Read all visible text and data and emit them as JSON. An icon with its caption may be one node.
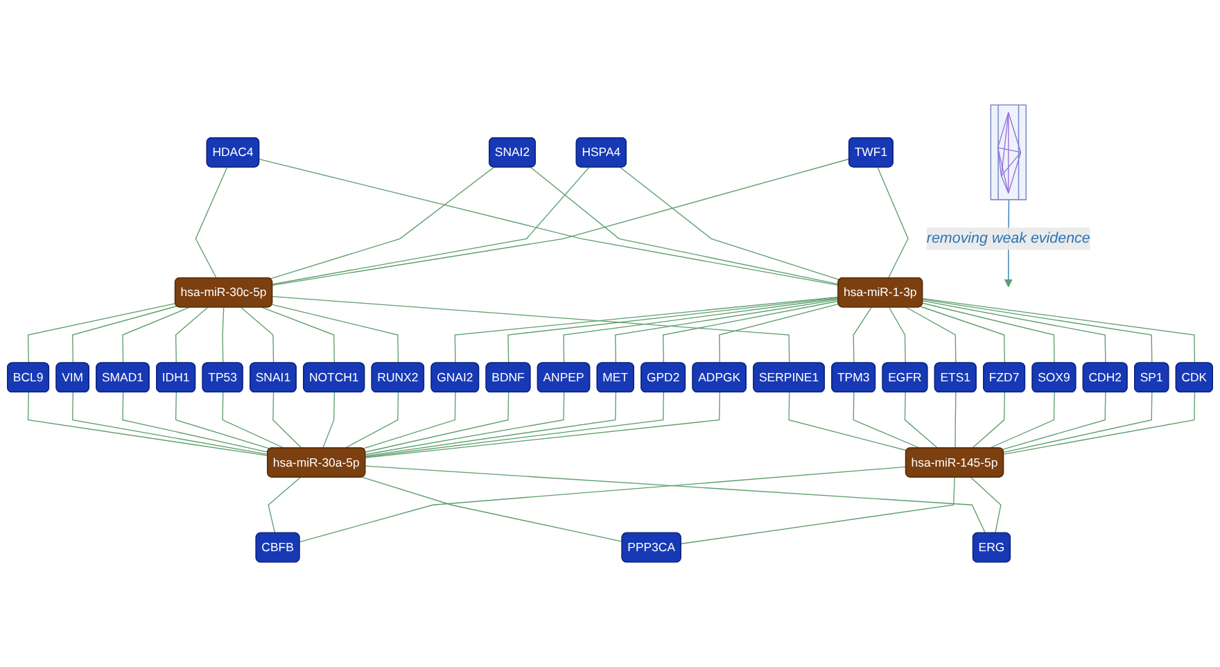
{
  "diagram": {
    "nodes": [
      {
        "text": [],
        "shape": "picture"
      },
      {
        "text": [
          "hsa-miR-30c-5p"
        ]
      },
      {
        "text": [
          "hsa-miR-1-3p"
        ]
      },
      {
        "text": [
          "HDAC4"
        ]
      },
      {
        "text": [
          "SNAI2"
        ]
      },
      {
        "text": [
          "HSPA4"
        ]
      },
      {
        "text": [
          "TWF1"
        ]
      },
      {
        "text": [
          "SERPINE1"
        ]
      },
      {
        "text": [
          "BCL9"
        ]
      },
      {
        "text": [
          "VIM"
        ]
      },
      {
        "text": [
          "SMAD1"
        ]
      },
      {
        "text": [
          "IDH1"
        ]
      },
      {
        "text": [
          "TP53"
        ]
      },
      {
        "text": [
          "SNAI1"
        ]
      },
      {
        "text": [
          "NOTCH1"
        ]
      },
      {
        "text": [
          "RUNX2"
        ]
      },
      {
        "text": [
          "GNAI2"
        ]
      },
      {
        "text": [
          "BDNF"
        ]
      },
      {
        "text": [
          "ANPEP"
        ]
      },
      {
        "text": [
          "MET"
        ]
      },
      {
        "text": [
          "GPD2"
        ]
      },
      {
        "text": [
          "ADPGK"
        ]
      },
      {
        "text": [
          "TPM3"
        ]
      },
      {
        "text": [
          "EGFR"
        ]
      },
      {
        "text": [
          "ETS1"
        ]
      },
      {
        "text": [
          "FZD7"
        ]
      },
      {
        "text": [
          "SOX9"
        ]
      },
      {
        "text": [
          "CDH2"
        ]
      },
      {
        "text": [
          "SP1"
        ]
      },
      {
        "text": [
          "CDK"
        ]
      },
      {
        "text": [
          "hsa-miR-30a-5p"
        ]
      },
      {
        "text": [
          "hsa-miR-145-5p"
        ]
      },
      {
        "text": [
          "CBFB"
        ]
      },
      {
        "text": [
          "PPP3CA"
        ]
      },
      {
        "text": [
          "ERG"
        ]
      }
    ],
    "edges": [
      {
        "from": 0,
        "to": null,
        "arrow": "to",
        "label": "removing weak evidence",
        "color": "#2e75b6"
      },
      {
        "from": 3,
        "to": 1,
        "arrow": "none"
      },
      {
        "from": 3,
        "to": 2,
        "arrow": "none"
      },
      {
        "from": 4,
        "to": 1,
        "arrow": "none"
      },
      {
        "from": 4,
        "to": 2,
        "arrow": "none"
      },
      {
        "from": 5,
        "to": 1,
        "arrow": "none"
      },
      {
        "from": 5,
        "to": 2,
        "arrow": "none"
      },
      {
        "from": 6,
        "to": 1,
        "arrow": "none"
      },
      {
        "from": 6,
        "to": 2,
        "arrow": "none"
      },
      {
        "from": 1,
        "to": 7,
        "arrow": "none"
      },
      {
        "from": 7,
        "to": 31,
        "arrow": "none"
      },
      {
        "from": 1,
        "to": 8,
        "arrow": "none"
      },
      {
        "from": 8,
        "to": 30,
        "arrow": "none"
      },
      {
        "from": 1,
        "to": 9,
        "arrow": "none"
      },
      {
        "from": 9,
        "to": 30,
        "arrow": "none"
      },
      {
        "from": 1,
        "to": 10,
        "arrow": "none"
      },
      {
        "from": 10,
        "to": 30,
        "arrow": "none"
      },
      {
        "from": 1,
        "to": 11,
        "arrow": "none"
      },
      {
        "from": 11,
        "to": 30,
        "arrow": "none"
      },
      {
        "from": 1,
        "to": 12,
        "arrow": "none"
      },
      {
        "from": 12,
        "to": 30,
        "arrow": "none"
      },
      {
        "from": 1,
        "to": 13,
        "arrow": "none"
      },
      {
        "from": 13,
        "to": 30,
        "arrow": "none"
      },
      {
        "from": 1,
        "to": 14,
        "arrow": "none"
      },
      {
        "from": 14,
        "to": 30,
        "arrow": "none"
      },
      {
        "from": 1,
        "to": 15,
        "arrow": "none"
      },
      {
        "from": 15,
        "to": 30,
        "arrow": "none"
      },
      {
        "from": 2,
        "to": 16,
        "arrow": "none"
      },
      {
        "from": 16,
        "to": 30,
        "arrow": "none"
      },
      {
        "from": 2,
        "to": 17,
        "arrow": "none"
      },
      {
        "from": 17,
        "to": 30,
        "arrow": "none"
      },
      {
        "from": 2,
        "to": 18,
        "arrow": "none"
      },
      {
        "from": 18,
        "to": 30,
        "arrow": "none"
      },
      {
        "from": 2,
        "to": 19,
        "arrow": "none"
      },
      {
        "from": 19,
        "to": 30,
        "arrow": "none"
      },
      {
        "from": 2,
        "to": 20,
        "arrow": "none"
      },
      {
        "from": 20,
        "to": 30,
        "arrow": "none"
      },
      {
        "from": 2,
        "to": 21,
        "arrow": "none"
      },
      {
        "from": 21,
        "to": 30,
        "arrow": "none"
      },
      {
        "from": 2,
        "to": 22,
        "arrow": "none"
      },
      {
        "from": 22,
        "to": 31,
        "arrow": "none"
      },
      {
        "from": 2,
        "to": 23,
        "arrow": "none"
      },
      {
        "from": 23,
        "to": 31,
        "arrow": "none"
      },
      {
        "from": 2,
        "to": 24,
        "arrow": "none"
      },
      {
        "from": 24,
        "to": 31,
        "arrow": "none"
      },
      {
        "from": 2,
        "to": 25,
        "arrow": "none"
      },
      {
        "from": 25,
        "to": 31,
        "arrow": "none"
      },
      {
        "from": 2,
        "to": 26,
        "arrow": "none"
      },
      {
        "from": 26,
        "to": 31,
        "arrow": "none"
      },
      {
        "from": 2,
        "to": 27,
        "arrow": "none"
      },
      {
        "from": 27,
        "to": 31,
        "arrow": "none"
      },
      {
        "from": 2,
        "to": 28,
        "arrow": "none"
      },
      {
        "from": 28,
        "to": 31,
        "arrow": "none"
      },
      {
        "from": 2,
        "to": 29,
        "arrow": "none"
      },
      {
        "from": 29,
        "to": 31,
        "arrow": "none"
      },
      {
        "from": 30,
        "to": 32,
        "arrow": "none"
      },
      {
        "from": 31,
        "to": 32,
        "arrow": "none"
      },
      {
        "from": 30,
        "to": 33,
        "arrow": "none"
      },
      {
        "from": 31,
        "to": 33,
        "arrow": "none"
      },
      {
        "from": 30,
        "to": 34,
        "arrow": "none"
      },
      {
        "from": 31,
        "to": 34,
        "arrow": "none"
      }
    ]
  }
}
